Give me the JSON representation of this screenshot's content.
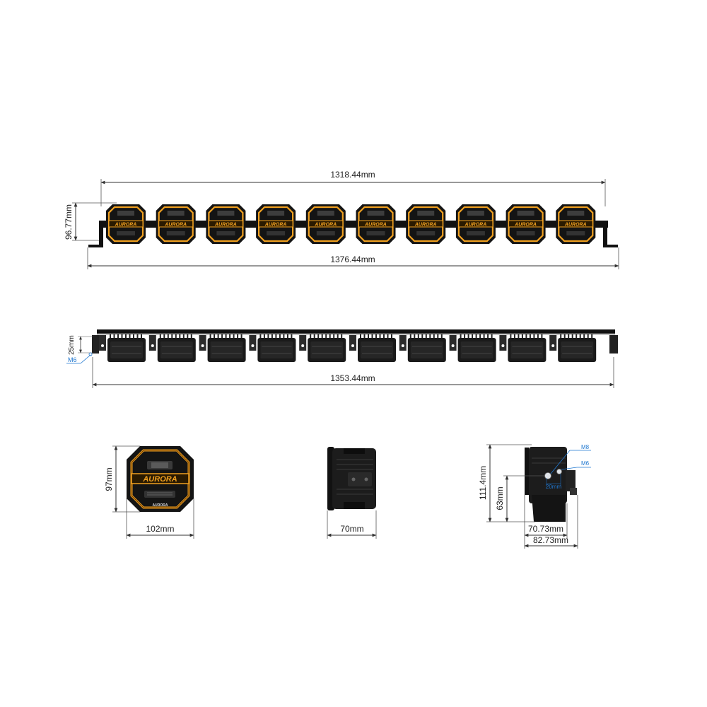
{
  "dimensions": {
    "front_inner_width": "1318.44mm",
    "front_overall_width": "1376.44mm",
    "front_height": "96.77mm",
    "top_bracket_height": "25mm",
    "top_bolt": "M6",
    "top_width": "1353.44mm",
    "pod_height": "97mm",
    "pod_width": "102mm",
    "pod_depth": "70mm",
    "side_height": "111.4mm",
    "side_mount_height": "63mm",
    "side_depth_inner": "70.73mm",
    "side_depth_outer": "82.73mm",
    "side_bolt_large": "M8",
    "side_bolt_small": "M6",
    "side_bolt_spacing": "20mm"
  },
  "branding": {
    "logo_text": "AURORA",
    "pod_count": 10
  },
  "colors": {
    "accent": "#f0a020",
    "housing": "#1a1a1a",
    "callout": "#1f77d0",
    "dimension_line": "#333333"
  }
}
